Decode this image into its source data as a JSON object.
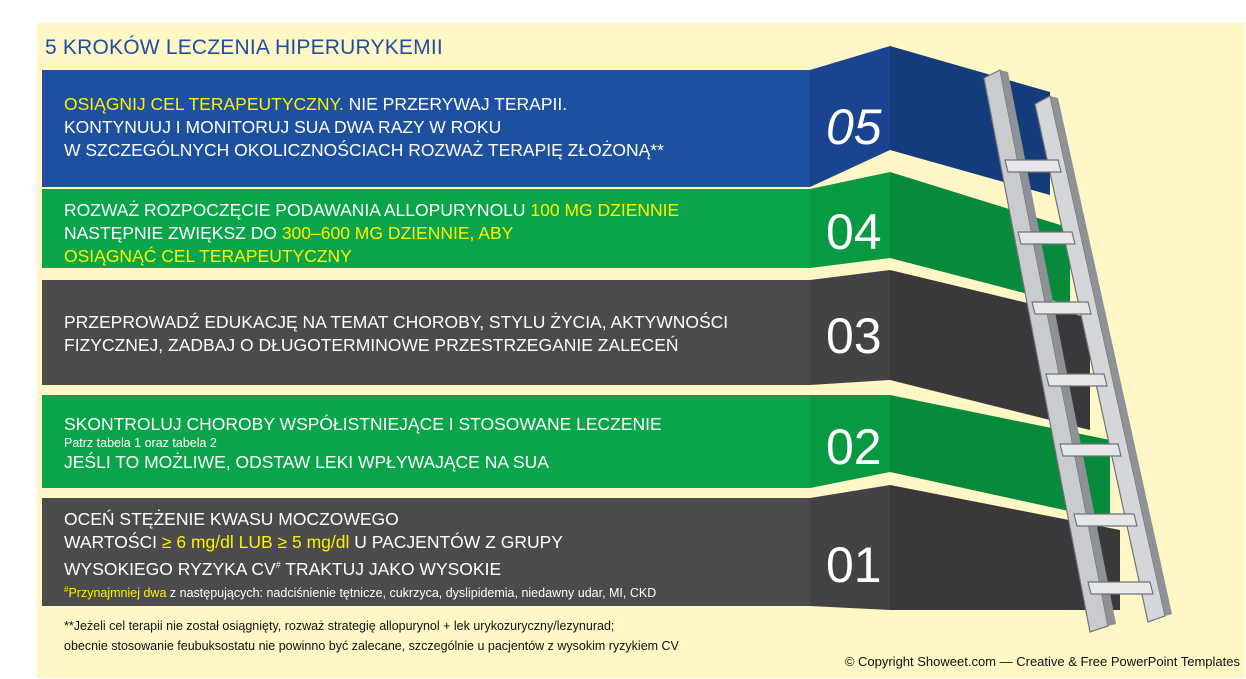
{
  "title": "5 KROKÓW LECZENIA HIPERURYKEMII",
  "colors": {
    "panel": "#fff7c5",
    "blue": "#1e50a0",
    "green": "#0aa54a",
    "gray": "#4b4b4d",
    "highlight": "#fff200"
  },
  "steps": [
    {
      "number": "05",
      "line1_hl": "OSIĄGNIJ CEL TERAPEUTYCZNY.",
      "line1_rest": " NIE PRZERYWAJ TERAPII.",
      "line2": "KONTYNUUJ I MONITORUJ SUA DWA RAZY W ROKU",
      "line3": "W SZCZEGÓLNYCH OKOLICZNOŚCIACH ROZWAŻ TERAPIĘ ZŁOŻONĄ**"
    },
    {
      "number": "04",
      "line1": "ROZWAŻ ROZPOCZĘCIE PODAWANIA ALLOPURYNOLU ",
      "line1_hl": "100 MG DZIENNIE",
      "line2": "NASTĘPNIE ZWIĘKSZ DO ",
      "line2_hl": "300–600 MG DZIENNIE, ABY",
      "line3_hl": "OSIĄGNĄĆ CEL TERAPEUTYCZNY"
    },
    {
      "number": "03",
      "line1": "PRZEPROWADŹ EDUKACJĘ NA TEMAT CHOROBY, STYLU ŻYCIA, AKTYWNOŚCI",
      "line2": "FIZYCZNEJ, ZADBAJ O DŁUGOTERMINOWE PRZESTRZEGANIE ZALECEŃ"
    },
    {
      "number": "02",
      "line1": "SKONTROLUJ CHOROBY WSPÓŁISTNIEJĄCE I STOSOWANE LECZENIE",
      "line2_small": "Patrz tabela 1 oraz tabela 2",
      "line3": "JEŚLI TO MOŻLIWE, ODSTAW LEKI WPŁYWAJĄCE NA SUA"
    },
    {
      "number": "01",
      "line1": "OCEŃ STĘŻENIE KWASU MOCZOWEGO",
      "line2_a": "WARTOŚCI ",
      "line2_hl": "≥ 6 mg/dl LUB ≥ 5 mg/dl",
      "line2_b": " U PACJENTÓW Z GRUPY",
      "line3": "WYSOKIEGO RYZYKA CV",
      "line3_sup": "#",
      "line3_b": " TRAKTUJ JAKO WYSOKIE",
      "line4_sup": "#",
      "line4_hl": "Przynajmniej dwa",
      "line4_rest": " z następujących: nadciśnienie tętnicze, cukrzyca, dyslipidemia, niedawny udar, MI, CKD"
    }
  ],
  "footnote": {
    "line1": "**Jeżeli cel terapii nie został osiągnięty, rozważ strategię allopurynol + lek urykozuryczny/lezynurad;",
    "line2": "obecnie stosowanie feubuksostatu nie powinno być zalecane, szczególnie u pacjentów z wysokim ryzykiem CV"
  },
  "copyright": "© Copyright Showeet.com — Creative & Free PowerPoint Templates",
  "icons": [
    "ladder-icon"
  ]
}
